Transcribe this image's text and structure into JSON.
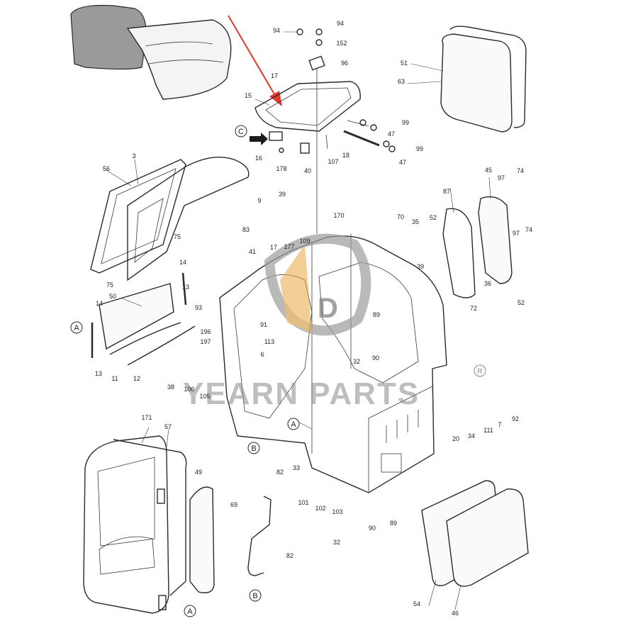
{
  "callouts": [
    {
      "id": "94a",
      "text": "94"
    },
    {
      "id": "94b",
      "text": "94"
    },
    {
      "id": "152",
      "text": "152"
    },
    {
      "id": "96",
      "text": "96"
    },
    {
      "id": "51",
      "text": "51"
    },
    {
      "id": "63",
      "text": "63"
    },
    {
      "id": "17a",
      "text": "17"
    },
    {
      "id": "15",
      "text": "15"
    },
    {
      "id": "99a",
      "text": "99"
    },
    {
      "id": "47a",
      "text": "47"
    },
    {
      "id": "99b",
      "text": "99"
    },
    {
      "id": "47b",
      "text": "47"
    },
    {
      "id": "16",
      "text": "16"
    },
    {
      "id": "178",
      "text": "178"
    },
    {
      "id": "40",
      "text": "40"
    },
    {
      "id": "107",
      "text": "107"
    },
    {
      "id": "18",
      "text": "18"
    },
    {
      "id": "3",
      "text": "3"
    },
    {
      "id": "56",
      "text": "56"
    },
    {
      "id": "75a",
      "text": "75"
    },
    {
      "id": "75b",
      "text": "75"
    },
    {
      "id": "45",
      "text": "45"
    },
    {
      "id": "97a",
      "text": "97"
    },
    {
      "id": "74a",
      "text": "74"
    },
    {
      "id": "87",
      "text": "87"
    },
    {
      "id": "9",
      "text": "9"
    },
    {
      "id": "39a",
      "text": "39"
    },
    {
      "id": "70",
      "text": "70"
    },
    {
      "id": "35",
      "text": "35"
    },
    {
      "id": "52a",
      "text": "52"
    },
    {
      "id": "97b",
      "text": "97"
    },
    {
      "id": "74b",
      "text": "74"
    },
    {
      "id": "83",
      "text": "83"
    },
    {
      "id": "170",
      "text": "170"
    },
    {
      "id": "17b",
      "text": "17"
    },
    {
      "id": "177",
      "text": "177"
    },
    {
      "id": "109",
      "text": "109"
    },
    {
      "id": "41",
      "text": "41"
    },
    {
      "id": "39b",
      "text": "39"
    },
    {
      "id": "14a",
      "text": "14"
    },
    {
      "id": "13a",
      "text": "13"
    },
    {
      "id": "50",
      "text": "50"
    },
    {
      "id": "14b",
      "text": "14"
    },
    {
      "id": "93",
      "text": "93"
    },
    {
      "id": "36",
      "text": "36"
    },
    {
      "id": "72",
      "text": "72"
    },
    {
      "id": "52b",
      "text": "52"
    },
    {
      "id": "89a",
      "text": "89"
    },
    {
      "id": "91",
      "text": "91"
    },
    {
      "id": "196",
      "text": "196"
    },
    {
      "id": "197",
      "text": "197"
    },
    {
      "id": "113",
      "text": "113"
    },
    {
      "id": "6",
      "text": "6"
    },
    {
      "id": "32a",
      "text": "32"
    },
    {
      "id": "90a",
      "text": "90"
    },
    {
      "id": "13b",
      "text": "13"
    },
    {
      "id": "11",
      "text": "11"
    },
    {
      "id": "12",
      "text": "12"
    },
    {
      "id": "38",
      "text": "38"
    },
    {
      "id": "106",
      "text": "106"
    },
    {
      "id": "105",
      "text": "105"
    },
    {
      "id": "92",
      "text": "92"
    },
    {
      "id": "7",
      "text": "7"
    },
    {
      "id": "111",
      "text": "111"
    },
    {
      "id": "34",
      "text": "34"
    },
    {
      "id": "20",
      "text": "20"
    },
    {
      "id": "171",
      "text": "171"
    },
    {
      "id": "57",
      "text": "57"
    },
    {
      "id": "49",
      "text": "49"
    },
    {
      "id": "82a",
      "text": "82"
    },
    {
      "id": "33",
      "text": "33"
    },
    {
      "id": "101",
      "text": "101"
    },
    {
      "id": "102",
      "text": "102"
    },
    {
      "id": "103",
      "text": "103"
    },
    {
      "id": "69",
      "text": "69"
    },
    {
      "id": "32b",
      "text": "32"
    },
    {
      "id": "82b",
      "text": "82"
    },
    {
      "id": "90b",
      "text": "90"
    },
    {
      "id": "89b",
      "text": "89"
    },
    {
      "id": "54",
      "text": "54"
    },
    {
      "id": "46",
      "text": "46"
    }
  ],
  "reference_markers": {
    "c_top": "C",
    "a_left": "A",
    "a_center": "A",
    "b_center": "B",
    "b_bottom": "B",
    "a_bottom": "A"
  },
  "watermark": {
    "text": "YEARN PARTS",
    "registered": "R",
    "logo_letter": "D",
    "accent_color": "#e8a33a"
  },
  "arrow_color": "#e8372c"
}
